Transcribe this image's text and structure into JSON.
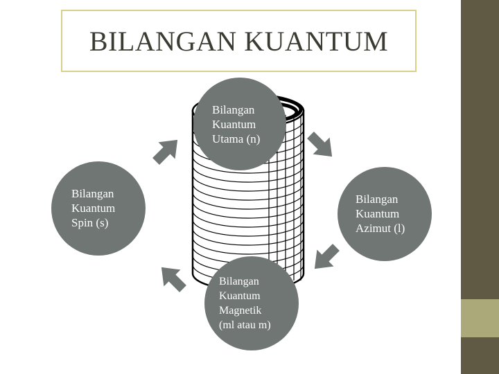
{
  "title": "BILANGAN KUANTUM",
  "colors": {
    "background": "#ffffff",
    "title_border": "#d8cf8a",
    "title_text": "#3b3b33",
    "bar_top": "#605a45",
    "bar_mid": "#aba879",
    "bar_bottom": "#605a45",
    "circle_fill": "#6f7673",
    "arrow_fill": "#6f7673"
  },
  "nodes": {
    "utama": {
      "lines": [
        "Bilangan",
        "Kuantum",
        "Utama (n)"
      ]
    },
    "azimut": {
      "lines": [
        "Bilangan",
        "Kuantum",
        "Azimut (l)"
      ]
    },
    "magnetik": {
      "lines": [
        "Bilangan",
        "Kuantum",
        "Magnetik",
        "(ml atau m)"
      ]
    },
    "spin": {
      "lines": [
        "Bilangan",
        "Kuantum",
        "Spin (s)"
      ]
    }
  },
  "icons": {
    "center": "cylinder-stack-icon",
    "cycle_arrows": [
      "arrow-down-right-icon",
      "arrow-down-left-icon",
      "arrow-up-left-icon",
      "arrow-up-right-icon"
    ]
  }
}
